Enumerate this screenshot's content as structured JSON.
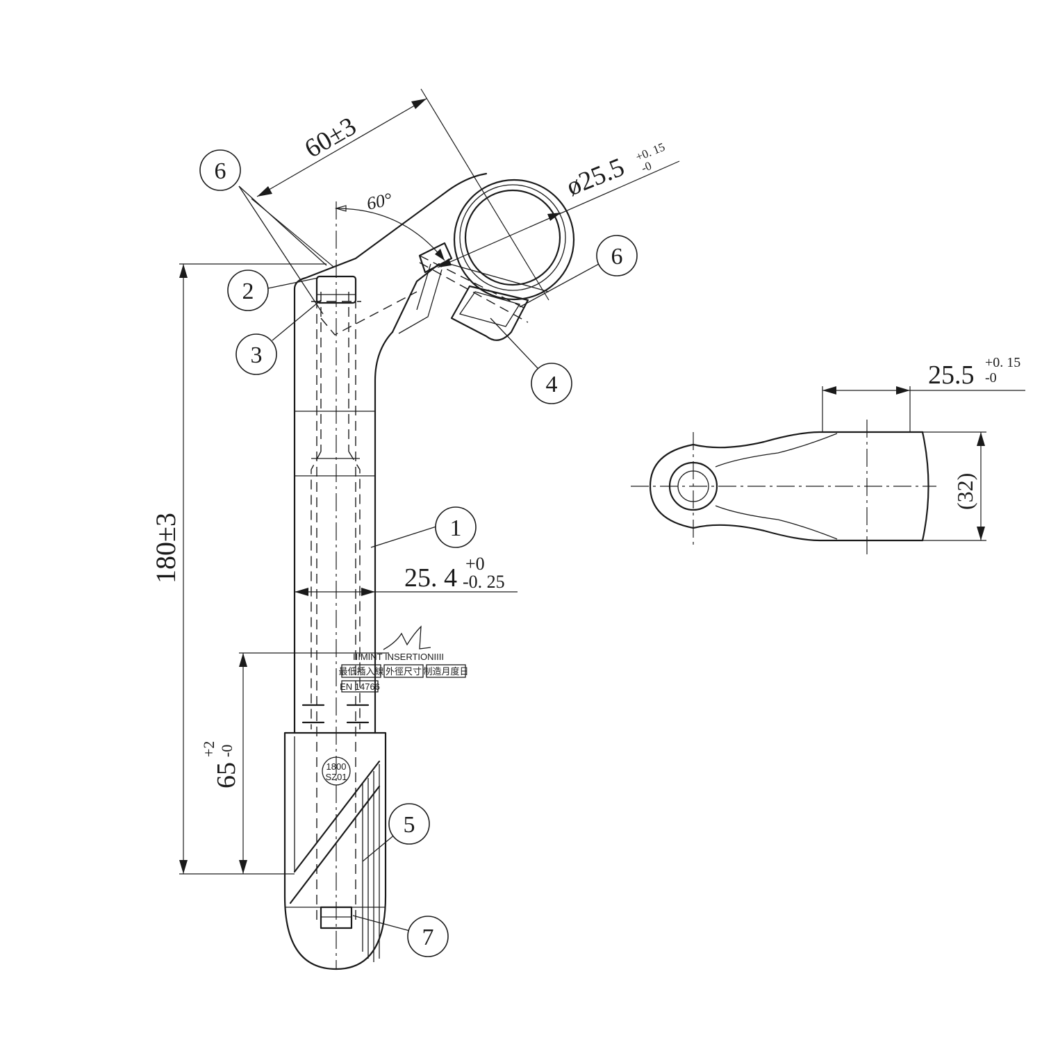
{
  "balloons": {
    "b1": "1",
    "b2": "2",
    "b3": "3",
    "b4": "4",
    "b5": "5",
    "b6_top": "6",
    "b6_right": "6",
    "b7": "7"
  },
  "dimensions": {
    "reach": "60±3",
    "angle": "60°",
    "clamp_dia_main": "ø25.5",
    "clamp_dia_tol_upper": "+0. 15",
    "clamp_dia_tol_lower": "-0",
    "length": "180±3",
    "quill_main": "25. 4",
    "quill_tol_upper": "+0",
    "quill_tol_lower": "-0. 25",
    "insertion_main": "65",
    "insertion_tol_upper": "+2",
    "insertion_tol_lower": "-0",
    "side_width_main": "25.5",
    "side_width_tol_upper": "+0. 15",
    "side_width_tol_lower": "-0",
    "side_height": "(32)"
  },
  "markings": {
    "insertion_line": "IIIMINT  INSERTIONIIII",
    "box1": "最低插入線",
    "box2": "外徑尺寸",
    "box3": "制造月度日",
    "standard": "EN 14766",
    "stamp_top": "1800",
    "stamp_bottom": "SZ01"
  }
}
